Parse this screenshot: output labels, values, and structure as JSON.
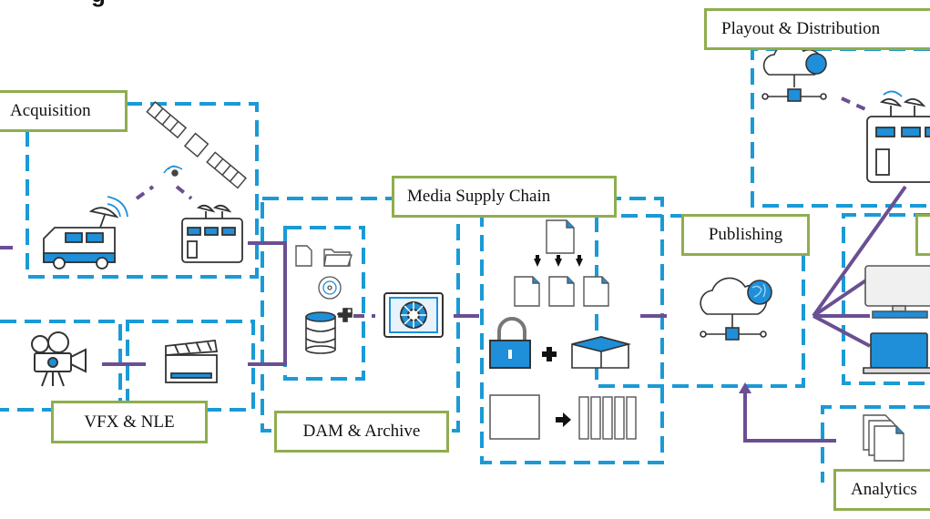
{
  "labels": {
    "acquisition": "Acquisition",
    "vfx_nle": "VFX & NLE",
    "dam_archive": "DAM & Archive",
    "media_supply_chain": "Media Supply Chain",
    "publishing": "Publishing",
    "playout_distribution": "Playout & Distribution",
    "analytics": "Analytics"
  },
  "title_fragment": "g",
  "colors": {
    "dash_blue": "#1a9ad6",
    "connector_purple": "#6b4f93",
    "label_border_green": "#8fad4f",
    "icon_blue": "#1e8fd8",
    "icon_gray": "#555555"
  },
  "icons": [
    "satellite-icon",
    "broadcast-van-icon",
    "transmission-station-icon",
    "film-camera-icon",
    "clapperboard-icon",
    "document-icon",
    "folder-icon",
    "disc-icon",
    "database-add-icon",
    "vault-icon",
    "lock-icon",
    "package-icon",
    "cloud-network-icon",
    "monitor-icon",
    "laptop-icon",
    "documents-stack-icon"
  ]
}
